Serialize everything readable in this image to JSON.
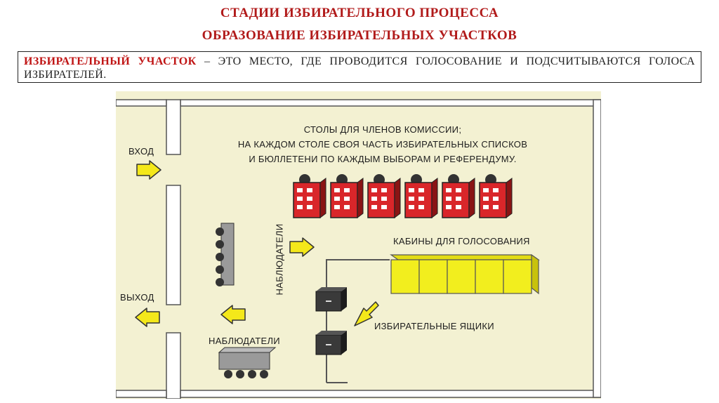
{
  "header": {
    "title_line1": "СТАДИИ ИЗБИРАТЕЛЬНОГО ПРОЦЕССА",
    "title_line2": "ОБРАЗОВАНИЕ ИЗБИРАТЕЛЬНЫХ УЧАСТКОВ"
  },
  "definition": {
    "term": "ИЗБИРАТЕЛЬНЫЙ УЧАСТОК",
    "text": " – ЭТО МЕСТО, ГДЕ ПРОВОДИТСЯ ГОЛОСОВАНИЕ И ПОДСЧИТЫВАЮТСЯ ГОЛОСА ИЗБИРАТЕЛЕЙ."
  },
  "diagram": {
    "entrance_label": "ВХОД",
    "exit_label": "ВЫХОД",
    "tables_caption_line1": "СТОЛЫ ДЛЯ ЧЛЕНОВ КОМИССИИ;",
    "tables_caption_line2": "НА КАЖДОМ СТОЛЕ СВОЯ ЧАСТЬ ИЗБИРАТЕЛЬНЫХ СПИСКОВ",
    "tables_caption_line3": "И БЮЛЛЕТЕНИ ПО КАЖДЫМ ВЫБОРАМ И РЕФЕРЕНДУМУ.",
    "booths_label": "КАБИНЫ ДЛЯ ГОЛОСОВАНИЯ",
    "ballot_boxes_label": "ИЗБИРАТЕЛЬНЫЕ ЯЩИКИ",
    "observers_vertical_label": "НАБЛЮДАТЕЛИ",
    "observers_bottom_label": "НАБЛЮДАТЕЛИ"
  },
  "colors": {
    "title": "#b11a1a",
    "term": "#c01515",
    "floor": "#f3f1d2",
    "table_red": "#d9262a",
    "booth_yellow": "#f2ee1e",
    "arrow_yellow": "#f4e81a",
    "box_dark": "#3a3a3a"
  },
  "counts": {
    "commission_tables": 6,
    "voting_booths": 5,
    "ballot_boxes": 2
  }
}
